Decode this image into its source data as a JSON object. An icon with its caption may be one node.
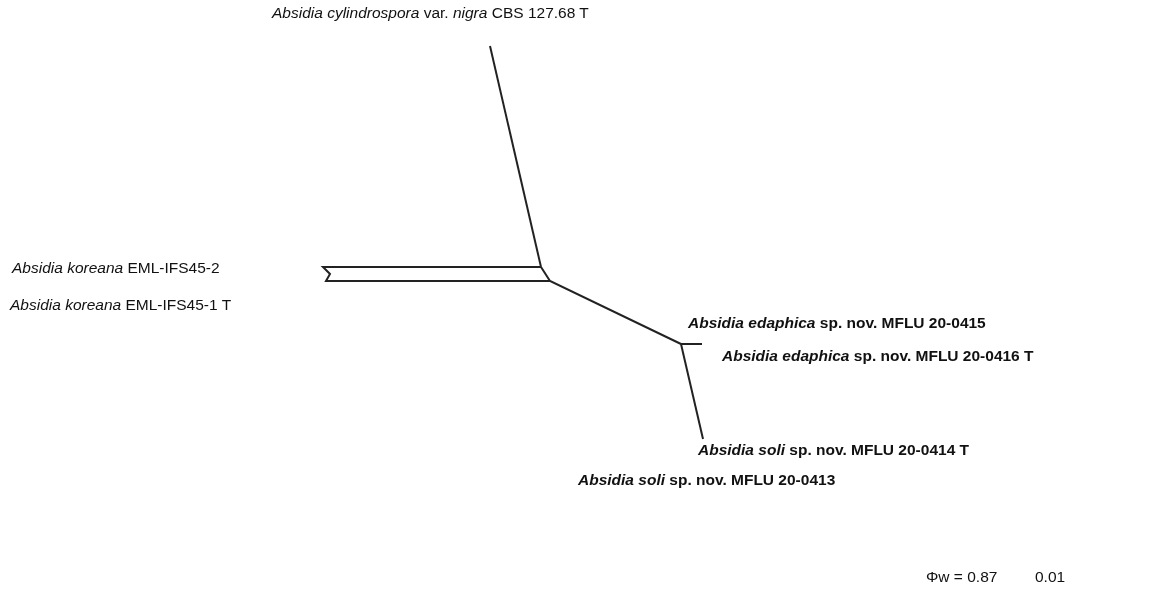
{
  "diagram": {
    "labels": [
      "*Absidia cylindrospora* var. *nigra* CBS 127.68 T",
      "*Absidia koreana* EML-IFS45-2",
      "*Absidia koreana* EML-IFS45-1 T",
      "*Absidia edaphica* sp. nov. MFLU 20-0415",
      "*Absidia edaphica* sp. nov. MFLU 20-0416 T",
      "*Absidia soli* sp. nov. MFLU 20-0414 T",
      "*Absidia soli* sp. nov. MFLU 20-0413",
      "Φw = 0.87",
      "0.01"
    ]
  }
}
